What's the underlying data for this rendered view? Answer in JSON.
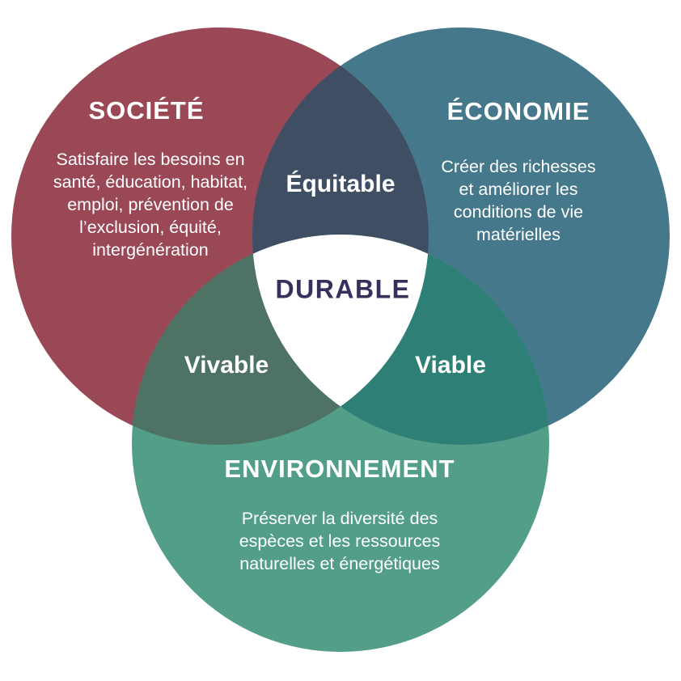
{
  "diagram": {
    "type": "venn-3-circles",
    "text_color": "#ffffff",
    "center_label": {
      "text": "DURABLE",
      "text_color": "#34315d",
      "background": "#ffffff"
    },
    "circles": [
      {
        "name": "societe",
        "title": "SOCIÉTÉ",
        "description": "Satisfaire les besoins en\nsanté, éducation, habitat,\nemploi, prévention de\nl’exclusion, équité,\nintergénération",
        "color": "#9a4756"
      },
      {
        "name": "economie",
        "title": "ÉCONOMIE",
        "description": "Créer des richesses\net améliorer les\nconditions de vie\nmatérielles",
        "color": "#46788b"
      },
      {
        "name": "environnement",
        "title": "ENVIRONNEMENT",
        "description": "Préserver la diversité des\nespèces et les ressources\nnaturelles et énergétiques",
        "color": "#539e89"
      }
    ],
    "intersections": [
      {
        "name": "equitable",
        "label": "Équitable",
        "color": "#3f4e62"
      },
      {
        "name": "vivable",
        "label": "Vivable",
        "color": "#4e7365"
      },
      {
        "name": "viable",
        "label": "Viable",
        "color": "#2e8077"
      }
    ]
  }
}
